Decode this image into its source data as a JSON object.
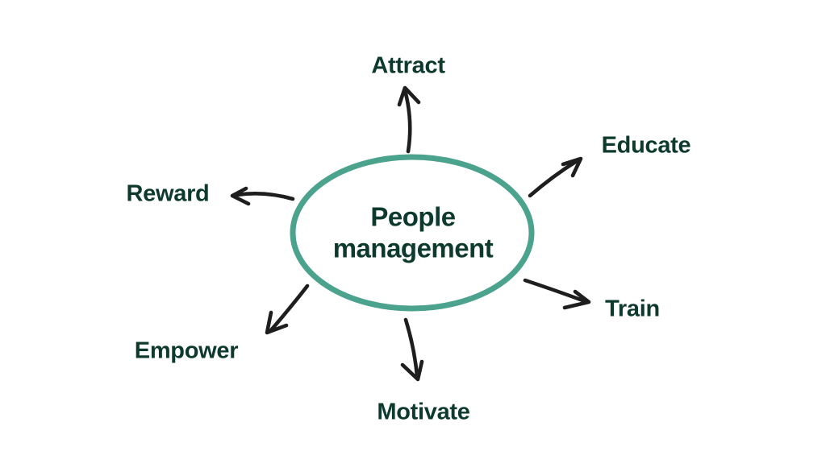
{
  "diagram": {
    "center": {
      "label": "People management"
    },
    "nodes": [
      {
        "id": "attract",
        "label": "Attract"
      },
      {
        "id": "educate",
        "label": "Educate"
      },
      {
        "id": "train",
        "label": "Train"
      },
      {
        "id": "motivate",
        "label": "Motivate"
      },
      {
        "id": "empower",
        "label": "Empower"
      },
      {
        "id": "reward",
        "label": "Reward"
      }
    ]
  },
  "colors": {
    "accent": "#4BA28D",
    "text": "#0E3A2E",
    "arrow": "#1E1E1E",
    "background": "#FFFFFF"
  }
}
